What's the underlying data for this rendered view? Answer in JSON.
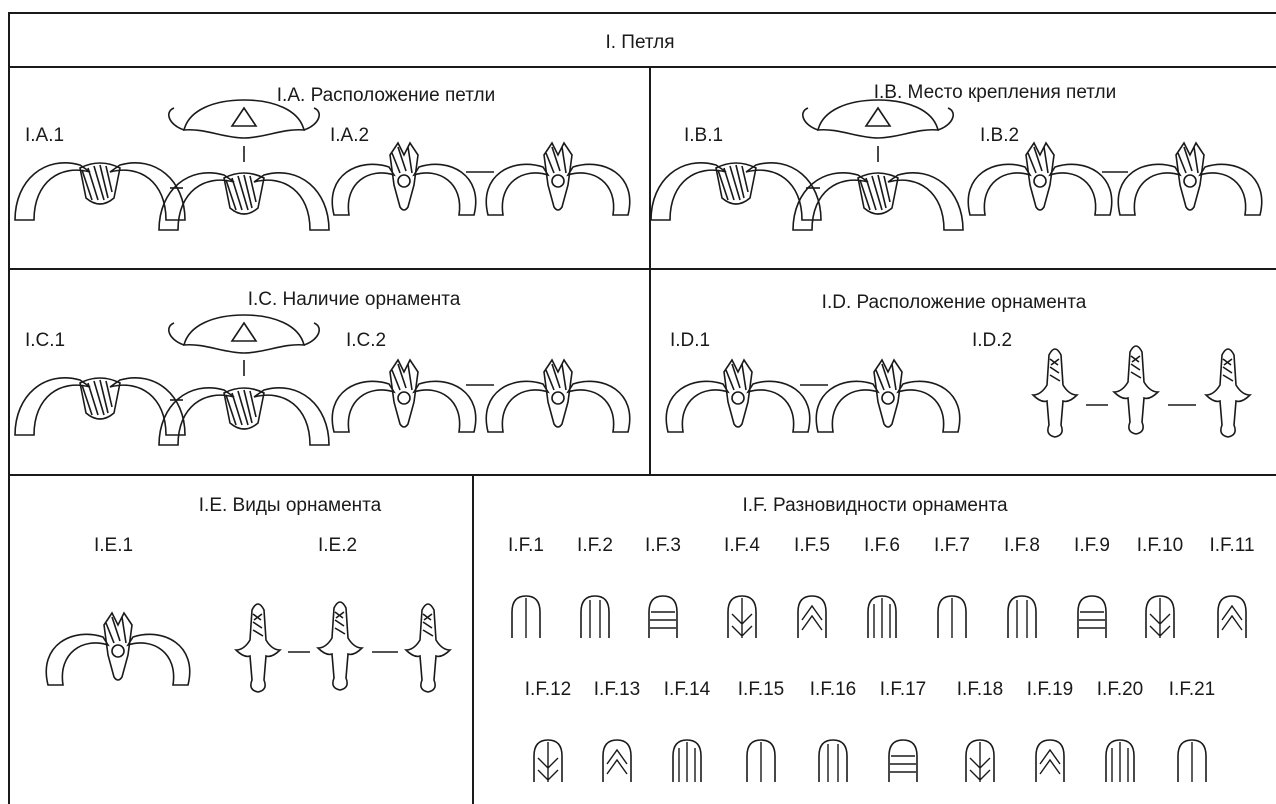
{
  "title": "I. Петля",
  "sections": {
    "A": {
      "title": "I.A. Расположение петли",
      "labels": [
        "I.A.1",
        "I.A.2"
      ]
    },
    "B": {
      "title": "I.B. Место крепления петли",
      "labels": [
        "I.B.1",
        "I.B.2"
      ]
    },
    "C": {
      "title": "I.C. Наличие орнамента",
      "labels": [
        "I.C.1",
        "I.C.2"
      ]
    },
    "D": {
      "title": "I.D. Расположение орнамента",
      "labels": [
        "I.D.1",
        "I.D.2"
      ]
    },
    "E": {
      "title": "I.E. Виды орнамента",
      "labels": [
        "I.E.1",
        "I.E.2"
      ]
    },
    "F": {
      "title": "I.F. Разновидности орнамента",
      "row1": [
        "I.F.1",
        "I.F.2",
        "I.F.3",
        "I.F.4",
        "I.F.5",
        "I.F.6",
        "I.F.7",
        "I.F.8",
        "I.F.9",
        "I.F.10",
        "I.F.11"
      ],
      "row2": [
        "I.F.12",
        "I.F.13",
        "I.F.14",
        "I.F.15",
        "I.F.16",
        "I.F.17",
        "I.F.18",
        "I.F.19",
        "I.F.20",
        "I.F.21"
      ]
    }
  }
}
